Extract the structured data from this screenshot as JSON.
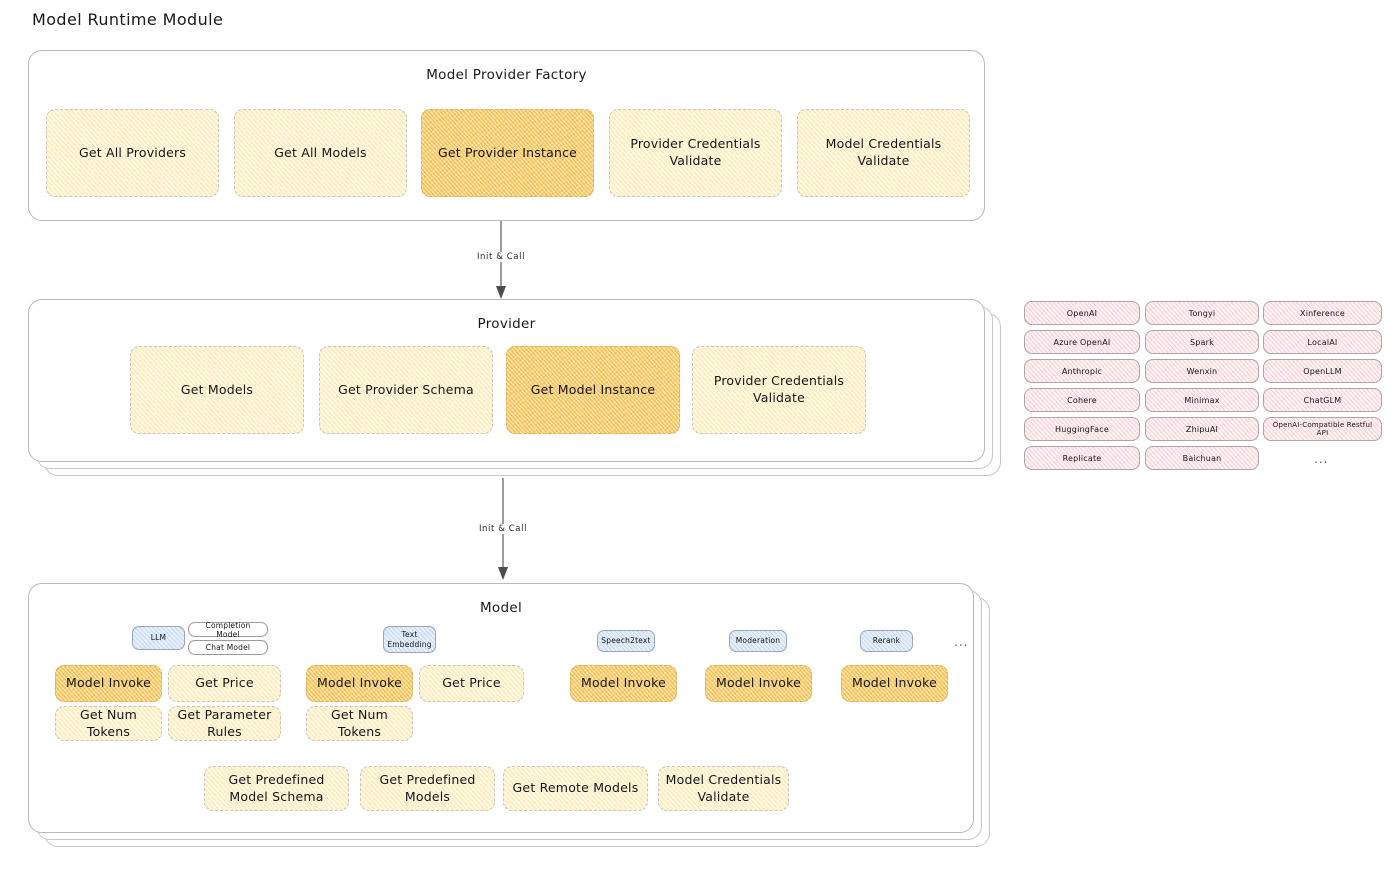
{
  "page": {
    "title": "Model Runtime Module"
  },
  "factory": {
    "title": "Model Provider Factory",
    "nodes": [
      {
        "label": "Get All Providers",
        "highlight": false
      },
      {
        "label": "Get All Models",
        "highlight": false
      },
      {
        "label": "Get Provider Instance",
        "highlight": true
      },
      {
        "label": "Provider Credentials Validate",
        "highlight": false
      },
      {
        "label": "Model Credentials Validate",
        "highlight": false
      }
    ]
  },
  "arrow1": {
    "label": "Init & Call"
  },
  "provider": {
    "title": "Provider",
    "nodes": [
      {
        "label": "Get Models",
        "highlight": false
      },
      {
        "label": "Get Provider Schema",
        "highlight": false
      },
      {
        "label": "Get Model Instance",
        "highlight": true
      },
      {
        "label": "Provider Credentials Validate",
        "highlight": false
      }
    ]
  },
  "arrow2": {
    "label": "Init & Call"
  },
  "provider_list": {
    "columns": [
      [
        "OpenAI",
        "Azure OpenAI",
        "Anthropic",
        "Cohere",
        "HuggingFace",
        "Replicate"
      ],
      [
        "Tongyi",
        "Spark",
        "Wenxin",
        "Minimax",
        "ZhipuAI",
        "Baichuan"
      ],
      [
        "Xinference",
        "LocalAI",
        "OpenLLM",
        "ChatGLM",
        "OpenAI-Compatible Restful API"
      ]
    ],
    "ellipsis": "..."
  },
  "model": {
    "title": "Model",
    "ellipsis": "...",
    "types": [
      {
        "name": "LLM",
        "style": "blue",
        "subtypes": [
          "Completion Model",
          "Chat Model"
        ]
      },
      {
        "name": "Text Embedding",
        "style": "blue",
        "subtypes": []
      },
      {
        "name": "Speech2text",
        "style": "blue",
        "subtypes": []
      },
      {
        "name": "Moderation",
        "style": "blue",
        "subtypes": []
      },
      {
        "name": "Rerank",
        "style": "blue",
        "subtypes": []
      }
    ],
    "columns": [
      {
        "rows": [
          [
            {
              "label": "Model Invoke",
              "highlight": true
            },
            {
              "label": "Get Price",
              "highlight": false
            }
          ],
          [
            {
              "label": "Get Num Tokens",
              "highlight": false
            },
            {
              "label": "Get Parameter Rules",
              "highlight": false
            }
          ]
        ]
      },
      {
        "rows": [
          [
            {
              "label": "Model Invoke",
              "highlight": true
            },
            {
              "label": "Get Price",
              "highlight": false
            }
          ],
          [
            {
              "label": "Get Num Tokens",
              "highlight": false
            }
          ]
        ]
      },
      {
        "rows": [
          [
            {
              "label": "Model Invoke",
              "highlight": true
            }
          ]
        ]
      },
      {
        "rows": [
          [
            {
              "label": "Model Invoke",
              "highlight": true
            }
          ]
        ]
      },
      {
        "rows": [
          [
            {
              "label": "Model Invoke",
              "highlight": true
            }
          ]
        ]
      }
    ],
    "common_nodes": [
      {
        "label": "Get Predefined Model Schema",
        "highlight": false
      },
      {
        "label": "Get Predefined Models",
        "highlight": false
      },
      {
        "label": "Get Remote Models",
        "highlight": false
      },
      {
        "label": "Model Credentials Validate",
        "highlight": false
      }
    ]
  },
  "colors": {
    "node_fill": "#fdf6df",
    "node_highlight": "#fbe2a8",
    "chip_fill": "#fdeef0",
    "tag_fill": "#e4edf8",
    "panel_border": "#b9b9b9"
  }
}
